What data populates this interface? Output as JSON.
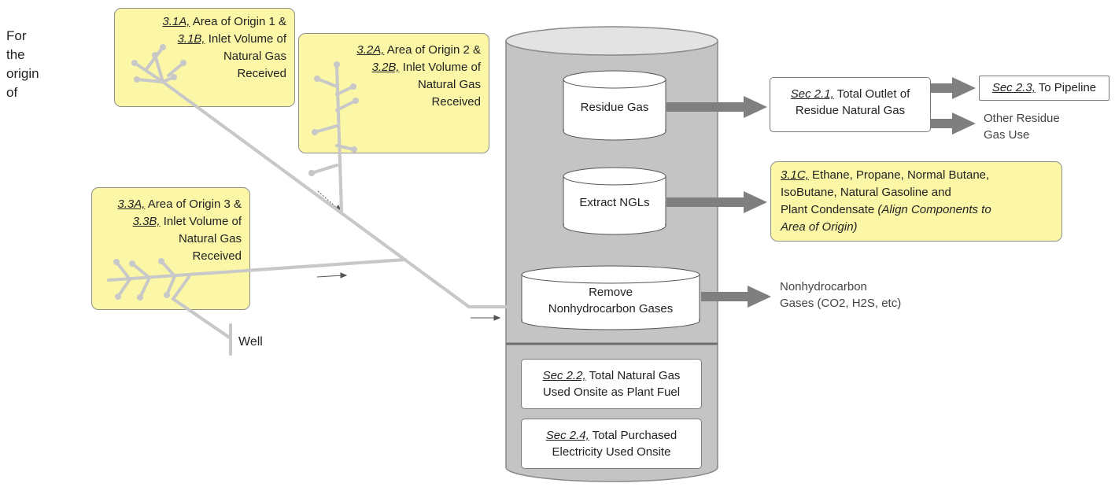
{
  "left_note": [
    "For",
    "the",
    "origin",
    "of"
  ],
  "areas": [
    {
      "ref_a": "3.1A,",
      "text_a": " Area of Origin 1 &",
      "ref_b": "3.1B,",
      "text_b": " Inlet Volume of",
      "line3": "Natural Gas",
      "line4": "Received"
    },
    {
      "ref_a": "3.2A,",
      "text_a": " Area of Origin 2 &",
      "ref_b": "3.2B,",
      "text_b": " Inlet Volume of",
      "line3": "Natural Gas",
      "line4": "Received"
    },
    {
      "ref_a": "3.3A,",
      "text_a": " Area of Origin 3 &",
      "ref_b": "3.3B,",
      "text_b": " Inlet Volume of",
      "line3": "Natural Gas",
      "line4": "Received"
    }
  ],
  "well_label": "Well",
  "plant_units": {
    "residue_gas": "Residue Gas",
    "extract_ngls": "Extract NGLs",
    "remove_line1": "Remove",
    "remove_line2": "Nonhydrocarbon Gases"
  },
  "plant_boxes": {
    "fuel": {
      "ref": "Sec 2.2,",
      "text1": " Total Natural Gas",
      "text2": "Used Onsite as Plant Fuel"
    },
    "electricity": {
      "ref": "Sec 2.4,",
      "text1": " Total Purchased",
      "text2": "Electricity Used Onsite"
    }
  },
  "outputs": {
    "outlet": {
      "ref": "Sec 2.1,",
      "text1": " Total Outlet of",
      "text2": "Residue Natural Gas"
    },
    "pipeline": {
      "ref": "Sec 2.3,",
      "text": " To Pipeline"
    },
    "other_use": [
      "Other Residue",
      "Gas Use"
    ],
    "ngl": {
      "ref": "3.1C,",
      "text1": " Ethane, Propane, Normal Butane,",
      "text2": "IsoButane, Natural Gasoline and",
      "text3": "Plant Condensate ",
      "italic1": "(Align Components to",
      "italic2": "Area of Origin)"
    },
    "nonhydrocarbon": [
      "Nonhydrocarbon",
      "Gases (CO2, H2S, etc)"
    ]
  },
  "colors": {
    "yellow": "#fbf7a6",
    "pipe": "#c8c8c8",
    "cylinder": "#c4c4c4",
    "arrow": "#7f7f7f"
  }
}
